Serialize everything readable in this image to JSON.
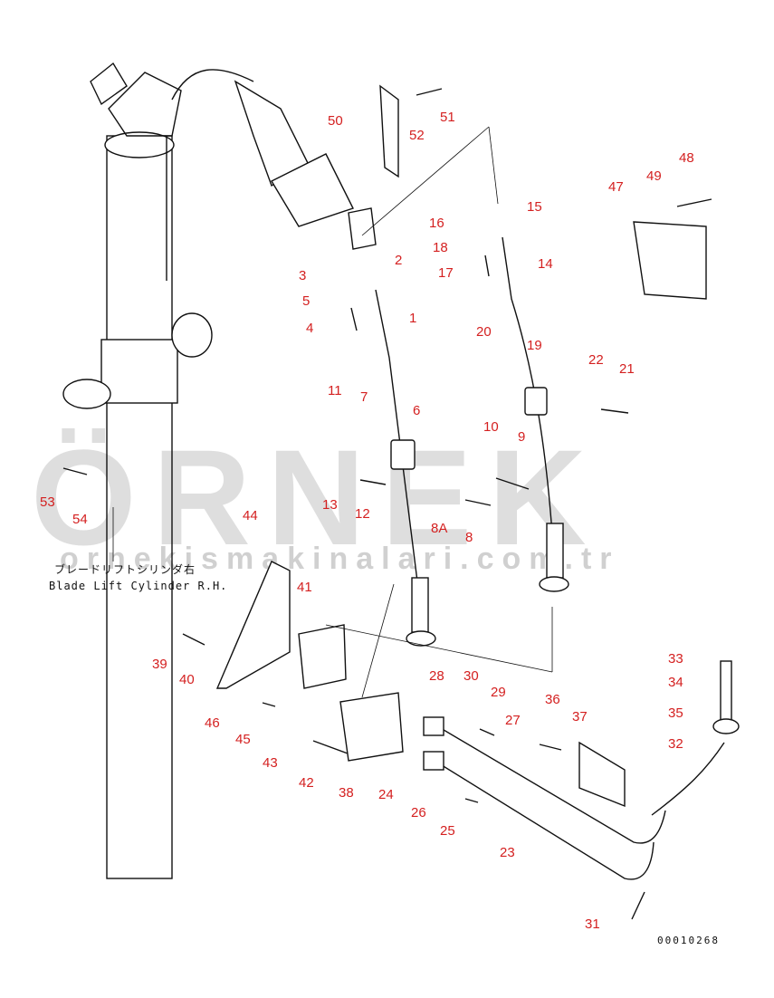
{
  "watermark": {
    "brand": "ÖRNEK",
    "url": "ornekismakinalari.com.tr"
  },
  "caption": {
    "japanese": "ブレードリフトシリンダ右",
    "english": "Blade Lift Cylinder R.H."
  },
  "document_number": "00010268",
  "part_labels": [
    "1",
    "2",
    "3",
    "4",
    "5",
    "6",
    "7",
    "8",
    "8A",
    "9",
    "10",
    "11",
    "12",
    "13",
    "14",
    "15",
    "16",
    "17",
    "18",
    "19",
    "20",
    "21",
    "22",
    "23",
    "24",
    "25",
    "26",
    "27",
    "28",
    "29",
    "30",
    "31",
    "32",
    "33",
    "34",
    "35",
    "36",
    "37",
    "38",
    "39",
    "40",
    "41",
    "42",
    "43",
    "44",
    "45",
    "46",
    "47",
    "48",
    "49",
    "50",
    "51",
    "52",
    "53",
    "54"
  ],
  "colors": {
    "label": "#d42020",
    "line": "#111111",
    "watermark": "#a0a0a0"
  }
}
